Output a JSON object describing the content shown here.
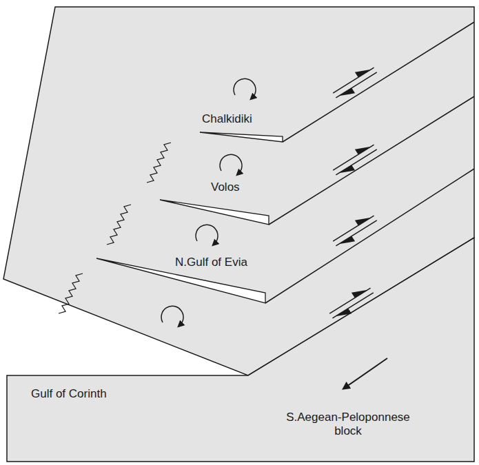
{
  "diagram": {
    "labels": [
      "Chalkidiki",
      "Volos",
      "N.Gulf of Evia",
      "Gulf of Corinth",
      "S.Aegean-Peloponnese block"
    ]
  }
}
